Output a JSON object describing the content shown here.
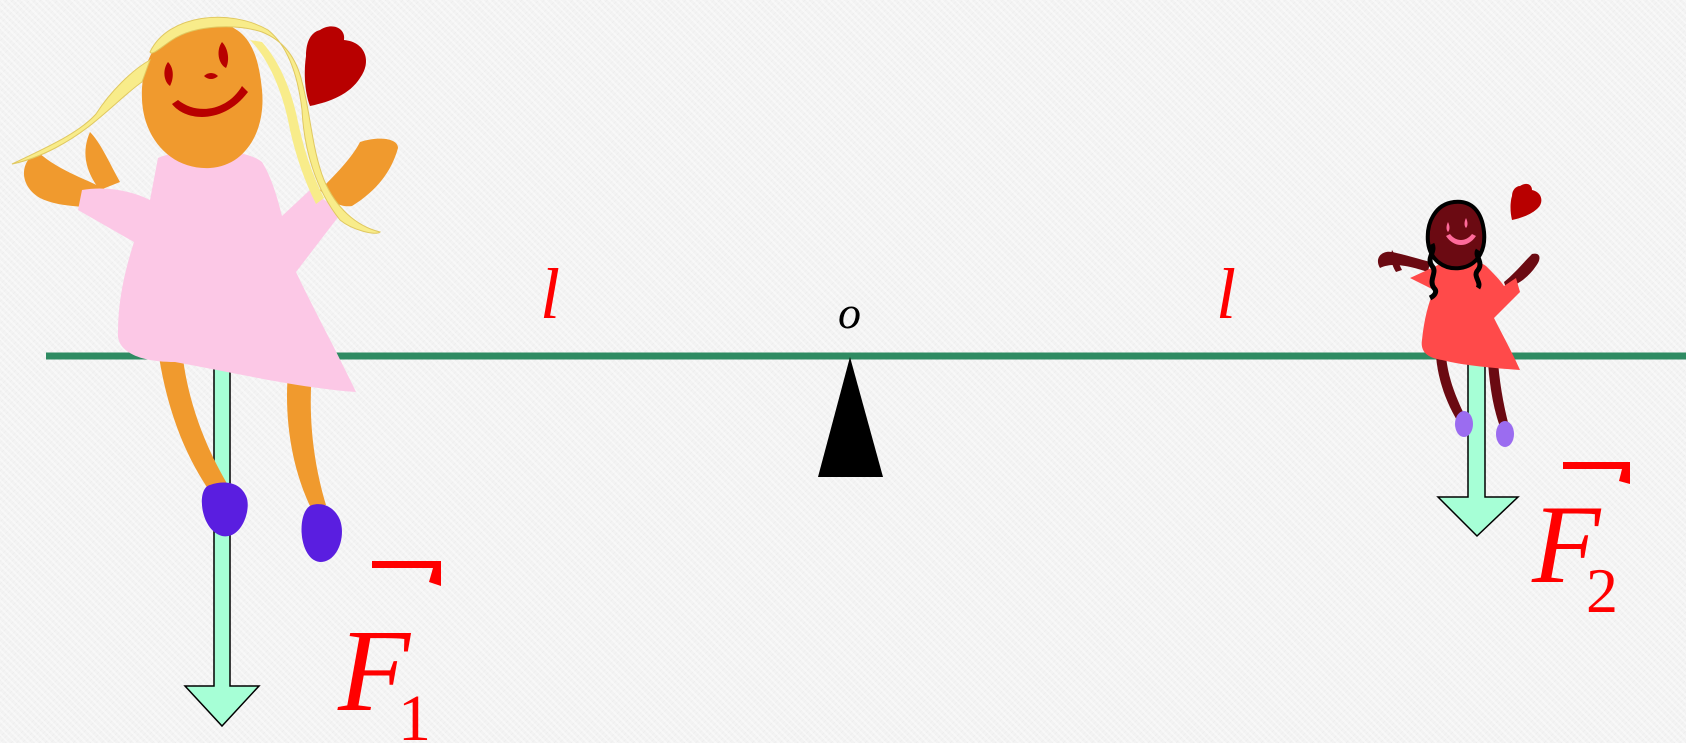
{
  "labels": {
    "left_length": "l",
    "right_length": "l",
    "pivot": "o",
    "force_left_letter": "F",
    "force_left_sub": "1",
    "force_right_letter": "F",
    "force_right_sub": "2"
  },
  "colors": {
    "beam": "#2e8b62",
    "arrow_fill": "#a6ffd6",
    "label_red": "#ff0000",
    "fulcrum": "#000000",
    "girl_left_dress": "#fcc8e6",
    "girl_left_skin": "#f09a2e",
    "girl_left_hair": "#f8ec8a",
    "girl_left_shoes": "#5a1ee0",
    "girl_right_dress": "#ff4a4a",
    "girl_right_skin": "#6b0a12",
    "girl_right_shoes": "#9b6cf0",
    "heart": "#b80000"
  },
  "icons": [
    "girl-left-figure",
    "girl-right-figure",
    "heart-icon",
    "fulcrum-triangle",
    "force-arrow"
  ]
}
